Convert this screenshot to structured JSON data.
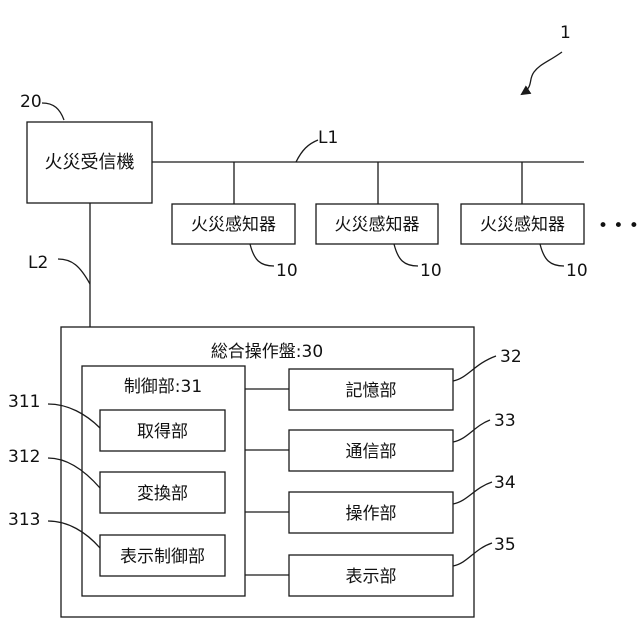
{
  "figure": {
    "system_ref": "1",
    "receiver": {
      "ref": "20",
      "label": "火災受信機"
    },
    "line1": {
      "label": "L1"
    },
    "line2": {
      "label": "L2"
    },
    "detectors": [
      {
        "ref": "10",
        "label": "火災感知器"
      },
      {
        "ref": "10",
        "label": "火災感知器"
      },
      {
        "ref": "10",
        "label": "火災感知器"
      }
    ],
    "ellipsis": "• • •",
    "panel": {
      "label": "総合操作盤:30",
      "control": {
        "label": "制御部:31",
        "units": [
          {
            "ref": "311",
            "label": "取得部"
          },
          {
            "ref": "312",
            "label": "変換部"
          },
          {
            "ref": "313",
            "label": "表示制御部"
          }
        ]
      },
      "modules": [
        {
          "ref": "32",
          "label": "記憶部"
        },
        {
          "ref": "33",
          "label": "通信部"
        },
        {
          "ref": "34",
          "label": "操作部"
        },
        {
          "ref": "35",
          "label": "表示部"
        }
      ]
    }
  }
}
